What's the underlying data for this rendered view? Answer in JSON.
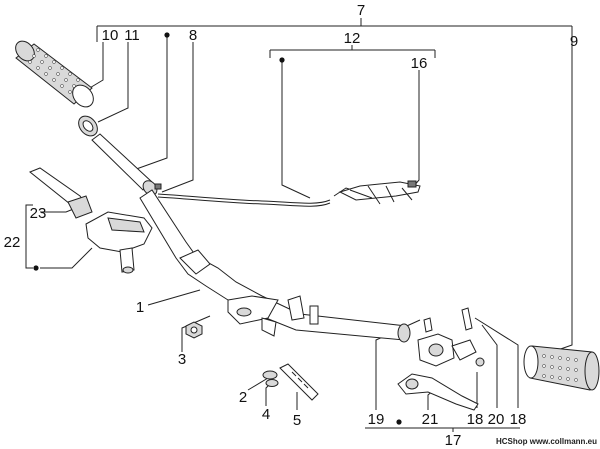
{
  "labels": {
    "l1": "1",
    "l2": "2",
    "l3": "3",
    "l4": "4",
    "l5": "5",
    "l7": "7",
    "l8": "8",
    "l9": "9",
    "l10": "10",
    "l11": "11",
    "l12": "12",
    "l16": "16",
    "l17": "17",
    "l18a": "18",
    "l18b": "18",
    "l19": "19",
    "l20": "20",
    "l21": "21",
    "l22": "22",
    "l23": "23"
  },
  "watermark": "HCShop www.collmann.eu"
}
